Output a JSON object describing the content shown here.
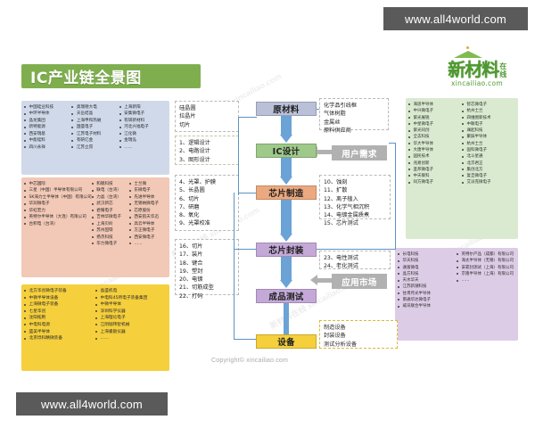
{
  "page": {
    "title_banner": "IC产业链全景图",
    "copyright": "Copyright© xincailiao.com",
    "watermark_top": "www.all4world.com",
    "watermark_bottom": "www.all4world.com",
    "faint_watermark": "新材料在线 xincailiao.com"
  },
  "logo": {
    "name_cn": "新材料",
    "name_suffix_top": "在",
    "name_suffix_bottom": "线",
    "url": "xincailiao.com"
  },
  "flow": {
    "raw_material": "原材料",
    "ic_design": "IC设计",
    "chip_fab": "芯片制造",
    "chip_package": "芯片封装",
    "final_test": "成品测试",
    "equipment": "设备",
    "user_demand": "用户需求",
    "application_market": "应用市场"
  },
  "notes": {
    "wafer": [
      "硅晶圆",
      "拉晶片",
      "切片"
    ],
    "design_steps": [
      "1、逻辑设计",
      "2、电路设计",
      "3、图形设计"
    ],
    "fab_steps": [
      "4、光罩、护膜",
      "5、长晶圆",
      "6、切片",
      "7、研磨",
      "8、氧化",
      "9、光罩校准"
    ],
    "package_steps": [
      "16、切片",
      "17、装片",
      "18、键合",
      "19、塑封",
      "20、电镀",
      "21、切筋成型",
      "22、打码"
    ],
    "materials": [
      "化学品引线框",
      "气体树脂",
      "金属丝",
      "原料供应商"
    ],
    "process_steps": [
      "10、蚀刻",
      "11、扩散",
      "12、离子植入",
      "13、化学气相沉积",
      "14、电镀金属质煮",
      "15、芯片测试"
    ],
    "test_steps": [
      "23、电性测试",
      "24、老化测试"
    ],
    "equipment_types": [
      "制造设备",
      "封装设备",
      "测试分析设备"
    ]
  },
  "groups": {
    "materials_blue": {
      "color": "#cfd9ea",
      "columns": [
        [
          "中国硅业科技",
          "中环半导体",
          "晶龙集团",
          "新特能源",
          "西安瑞基",
          "中能硅料",
          "四川永祥"
        ],
        [
          "奥瑞德大电",
          "天岳结晶",
          "上海申和热磁",
          "国盛电子",
          "江苏电子材料",
          "有研亿金",
          "江苏立昂"
        ],
        [
          "上海新阳",
          "安集微电子",
          "有研新材料",
          "河北兴福电子",
          "江化微",
          "金瑞泓",
          "……"
        ]
      ]
    },
    "design_peach": {
      "color": "#f2c8b6",
      "columns": [
        [
          "中芯国际",
          "三星（中国）半导体有限公司",
          "SK海力士半导体（中国）有限公司",
          "华润微电子",
          "华虹宏力",
          "英特尔半导体（大连）有限公司",
          "台积电（台湾）"
        ],
        [
          "和舰科技",
          "联电（台湾）",
          "力晶（台湾）",
          "武汉新芯",
          "君耀电子",
          "吉林华微电子",
          "上海贝岭",
          "苏州固锝",
          "扬杰科技",
          "华力微电子"
        ],
        [
          "士兰微",
          "东微电子",
          "先进半导体",
          "无锡纳微电子",
          "芯原股份",
          "西安航天华迅",
          "高云半导体",
          "方正微电子",
          "西安微电子",
          "……"
        ]
      ]
    },
    "equipment_yellow": {
      "color": "#f5cf3c",
      "columns": [
        [
          "北方华创微电子装备",
          "中微半导体设备",
          "上海微电子装备",
          "七星华创",
          "沈阳拓荆",
          "中电科电源",
          "盛美半导体",
          "北京烁科精微装备"
        ],
        [
          "晶盛机电",
          "中电科45所电子装备集团",
          "中微半导体",
          "深圳科学仪器",
          "上海理论电子",
          "江阴珈玮智机械",
          "上海睿励仪器",
          "……"
        ]
      ]
    },
    "design_houses_green": {
      "color": "#d9ead0",
      "columns": [
        [
          "海思半导体",
          "中兴微电子",
          "紫光展锐",
          "中星微电子",
          "紫光同创",
          "全志科技",
          "华大半导体",
          "大唐半导体",
          "国民技术",
          "兆易创新",
          "圣邦微电子",
          "中天联科",
          "同方微电子"
        ],
        [
          "智芯微电子",
          "杭州士兰",
          "四维图新技术",
          "中颖电子",
          "澜起科技",
          "聚辰半导体",
          "杭州士兰",
          "国科微电子",
          "北斗星通",
          "北京君正",
          "集创北方",
          "复旦微电子",
          "艾派克微电子"
        ]
      ]
    },
    "packaging_purple": {
      "color": "#ddcce6",
      "columns": [
        [
          "长电科技",
          "华天科技",
          "通富微电",
          "晶方科技",
          "天水华天",
          "江苏新潮科技",
          "甘肃月光半导体",
          "南通华达微电子",
          "威讯联合半导体"
        ],
        [
          "英特尔产品（成都）有限公司",
          "海太半导体（无锡）有限公司",
          "安靠封测试（上海）有限公司",
          "京隆半导体（上海）有限公司",
          "……"
        ]
      ]
    }
  }
}
